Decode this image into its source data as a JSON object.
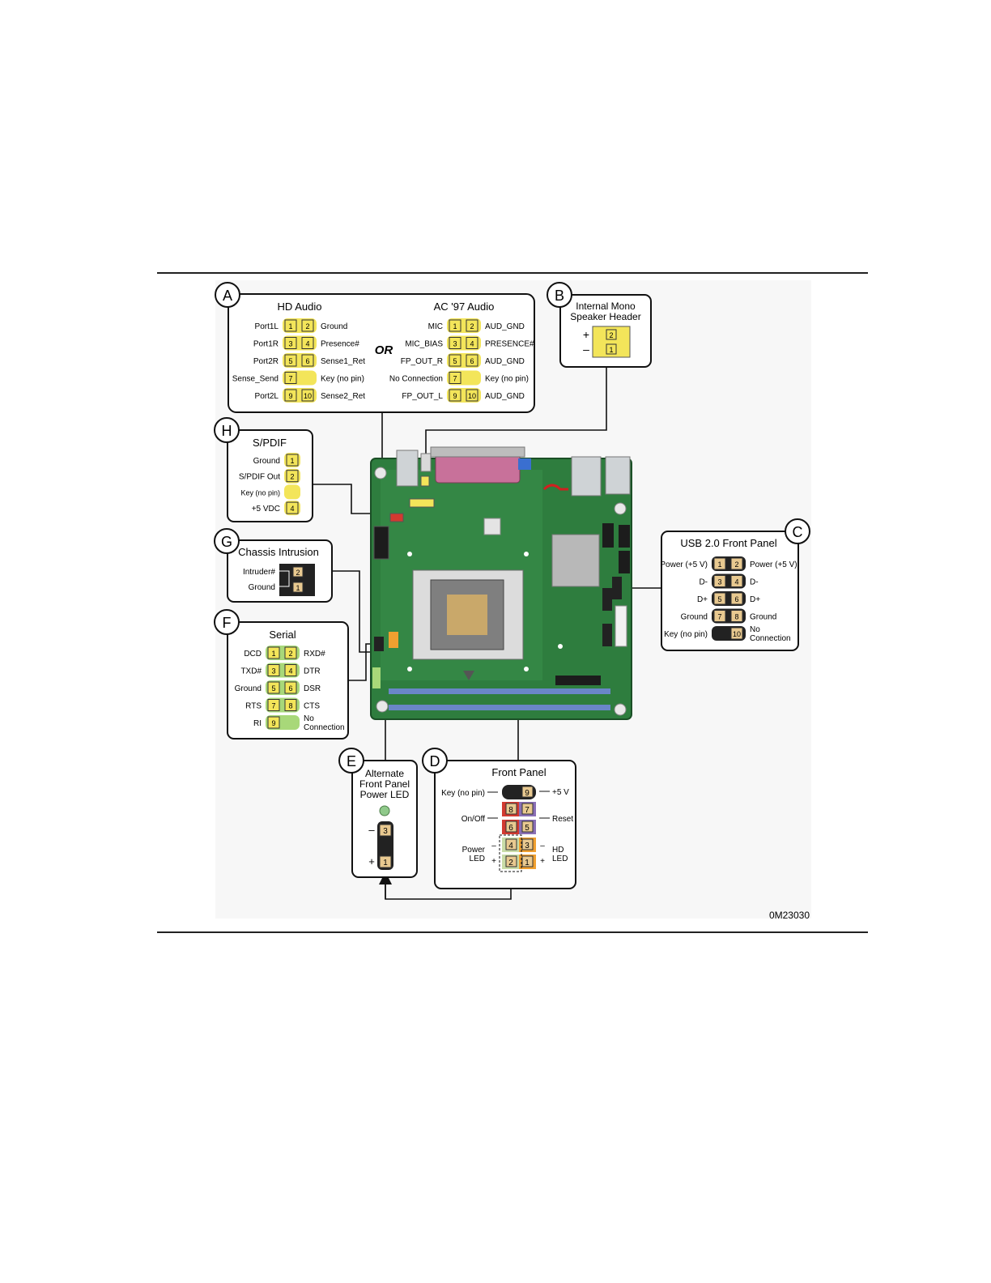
{
  "figure_id": "0M23030",
  "colors": {
    "board": "#2e7d3e",
    "board_light": "#3f9a52",
    "pin_yellow": "#f3e55a",
    "pin_green": "#a8d879",
    "pin_dark": "#222222",
    "pin_tan": "#e8c990",
    "pin_red": "#d23a30",
    "pin_purple": "#8a6fb5",
    "pin_orange": "#f0a030",
    "pin_sage": "#c9dca8",
    "dimm_blue": "#6a86c8",
    "parallel_pink": "#c8719a"
  },
  "callouts": {
    "A": {
      "letter": "A",
      "hd_title": "HD Audio",
      "or_label": "OR",
      "ac97_title": "AC '97 Audio",
      "hd_rows": [
        {
          "left": "Port1L",
          "p1": "1",
          "p2": "2",
          "right": "Ground"
        },
        {
          "left": "Port1R",
          "p1": "3",
          "p2": "4",
          "right": "Presence#"
        },
        {
          "left": "Port2R",
          "p1": "5",
          "p2": "6",
          "right": "Sense1_Ret"
        },
        {
          "left": "Sense_Send",
          "p1": "7",
          "p2": "",
          "right": "Key (no pin)"
        },
        {
          "left": "Port2L",
          "p1": "9",
          "p2": "10",
          "right": "Sense2_Ret"
        }
      ],
      "ac97_rows": [
        {
          "left": "MIC",
          "p1": "1",
          "p2": "2",
          "right": "AUD_GND"
        },
        {
          "left": "MIC_BIAS",
          "p1": "3",
          "p2": "4",
          "right": "PRESENCE#"
        },
        {
          "left": "FP_OUT_R",
          "p1": "5",
          "p2": "6",
          "right": "AUD_GND"
        },
        {
          "left": "No Connection",
          "p1": "7",
          "p2": "",
          "right": "Key (no pin)"
        },
        {
          "left": "FP_OUT_L",
          "p1": "9",
          "p2": "10",
          "right": "AUD_GND"
        }
      ]
    },
    "B": {
      "letter": "B",
      "title_line1": "Internal Mono",
      "title_line2": "Speaker Header",
      "plus": "+",
      "minus": "–",
      "pin_top": "2",
      "pin_bottom": "1"
    },
    "C": {
      "letter": "C",
      "title": "USB 2.0 Front Panel",
      "rows": [
        {
          "left": "Power (+5 V)",
          "p1": "1",
          "p2": "2",
          "right": "Power (+5 V)"
        },
        {
          "left": "D-",
          "p1": "3",
          "p2": "4",
          "right": "D-"
        },
        {
          "left": "D+",
          "p1": "5",
          "p2": "6",
          "right": "D+"
        },
        {
          "left": "Ground",
          "p1": "7",
          "p2": "8",
          "right": "Ground"
        },
        {
          "left": "Key (no pin)",
          "p1": "",
          "p2": "10",
          "right_line1": "No",
          "right_line2": "Connection"
        }
      ]
    },
    "D": {
      "letter": "D",
      "title": "Front Panel",
      "key_label": "Key (no pin)",
      "plus5_label": "+5 V",
      "onoff_label": "On/Off",
      "reset_label": "Reset",
      "power_led_line1": "Power",
      "power_led_line2": "LED",
      "hd_led_line1": "HD",
      "hd_led_line2": "LED",
      "pins": {
        "p9": "9",
        "p8": "8",
        "p7": "7",
        "p6": "6",
        "p5": "5",
        "p4": "4",
        "p3": "3",
        "p2": "2",
        "p1": "1"
      },
      "plus": "+",
      "minus": "–"
    },
    "E": {
      "letter": "E",
      "title_line1": "Alternate",
      "title_line2": "Front Panel",
      "title_line3": "Power LED",
      "minus": "–",
      "plus": "+",
      "pin_top": "3",
      "pin_bottom": "1"
    },
    "F": {
      "letter": "F",
      "title": "Serial",
      "rows": [
        {
          "left": "DCD",
          "p1": "1",
          "p2": "2",
          "right": "RXD#"
        },
        {
          "left": "TXD#",
          "p1": "3",
          "p2": "4",
          "right": "DTR"
        },
        {
          "left": "Ground",
          "p1": "5",
          "p2": "6",
          "right": "DSR"
        },
        {
          "left": "RTS",
          "p1": "7",
          "p2": "8",
          "right": "CTS"
        },
        {
          "left": "RI",
          "p1": "9",
          "p2": "",
          "right_line1": "No",
          "right_line2": "Connection"
        }
      ]
    },
    "G": {
      "letter": "G",
      "title": "Chassis Intrusion",
      "row1_label": "Intruder#",
      "row1_pin": "2",
      "row2_label": "Ground",
      "row2_pin": "1"
    },
    "H": {
      "letter": "H",
      "title": "S/PDIF",
      "rows": [
        {
          "label": "Ground",
          "pin": "1"
        },
        {
          "label": "S/PDIF Out",
          "pin": "2"
        },
        {
          "label": "Key (no pin)",
          "pin": ""
        },
        {
          "label": "+5 VDC",
          "pin": "4"
        }
      ]
    }
  }
}
